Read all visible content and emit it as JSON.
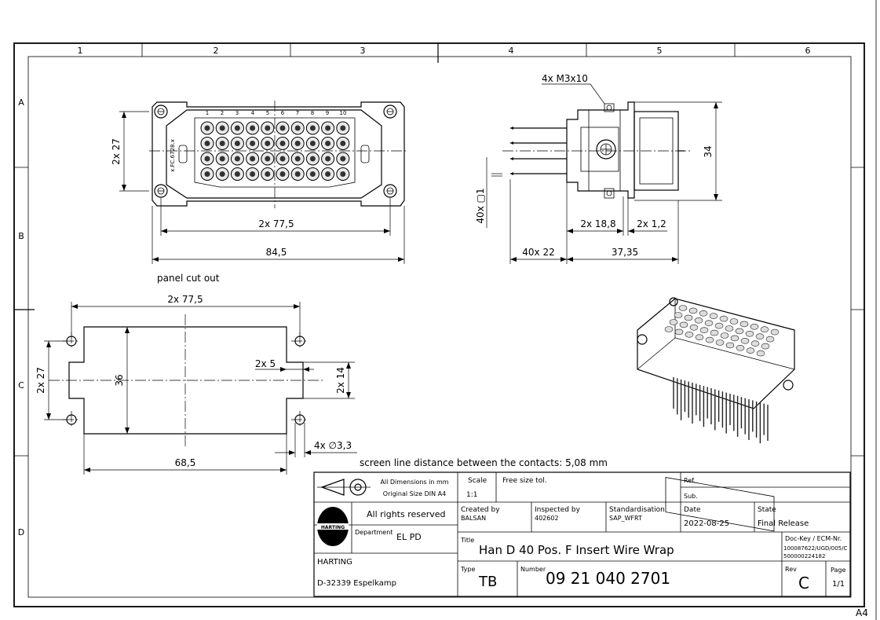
{
  "grid": {
    "columns": [
      "1",
      "2",
      "3",
      "4",
      "5",
      "6"
    ],
    "rows": [
      "A",
      "B",
      "C",
      "D"
    ]
  },
  "sheet_format": "A4",
  "front_view": {
    "pin_numbers": [
      "1",
      "2",
      "3",
      "4",
      "5",
      "6",
      "7",
      "8",
      "9",
      "10"
    ],
    "side_label": "x.FC.6728.x",
    "dim_height": "2x 27",
    "dim_inner": "2x 77,5",
    "dim_total": "84,5"
  },
  "side_view": {
    "screw_label": "4x M3x10",
    "dim_height": "34",
    "dim_pin_square": "40x ▢1",
    "dim_a": "2x 18,8",
    "dim_b": "2x 1,2",
    "dim_c": "40x 22",
    "dim_d": "37,35"
  },
  "cutout": {
    "title": "panel cut out",
    "dim_top": "2x 77,5",
    "dim_left": "2x 27",
    "dim_inner_h": "36",
    "dim_notch_w": "2x 5",
    "dim_notch_h": "2x 14",
    "dim_hole": "4x ∅3,3",
    "dim_bottom": "68,5"
  },
  "note": "screen line distance between the contacts: 5,08 mm",
  "title_block": {
    "dims_line1": "All Dimensions in mm",
    "dims_line2": "Original Size DIN A4",
    "scale_label": "Scale",
    "scale_value": "1:1",
    "tolerance": "Free size tol.",
    "ref_label": "Ref.",
    "sub_label": "Sub.",
    "rights": "All rights reserved",
    "logo_text": "HARTING",
    "created_label": "Created by",
    "created_value": "BALSAN",
    "inspected_label": "Inspected by",
    "inspected_value": "402602",
    "standard_label": "Standardisation",
    "standard_value": "SAP_WFRT",
    "date_label": "Date",
    "date_value": "2022-08-25",
    "state_label": "State",
    "state_value": "Final Release",
    "department_label": "Department",
    "department_value": "EL PD",
    "title_label": "Title",
    "title_value": "Han D 40 Pos. F Insert Wire Wrap",
    "dockey_label": "Doc-Key / ECM-Nr.",
    "dockey_line1": "100087622/UGD/005/C",
    "dockey_line2": "500000224182",
    "company": "HARTING",
    "address": "D-32339 Espelkamp",
    "type_label": "Type",
    "type_value": "TB",
    "number_label": "Number",
    "number_value": "09 21 040 2701",
    "rev_label": "Rev",
    "rev_value": "C",
    "page_label": "Page",
    "page_value": "1/1"
  }
}
